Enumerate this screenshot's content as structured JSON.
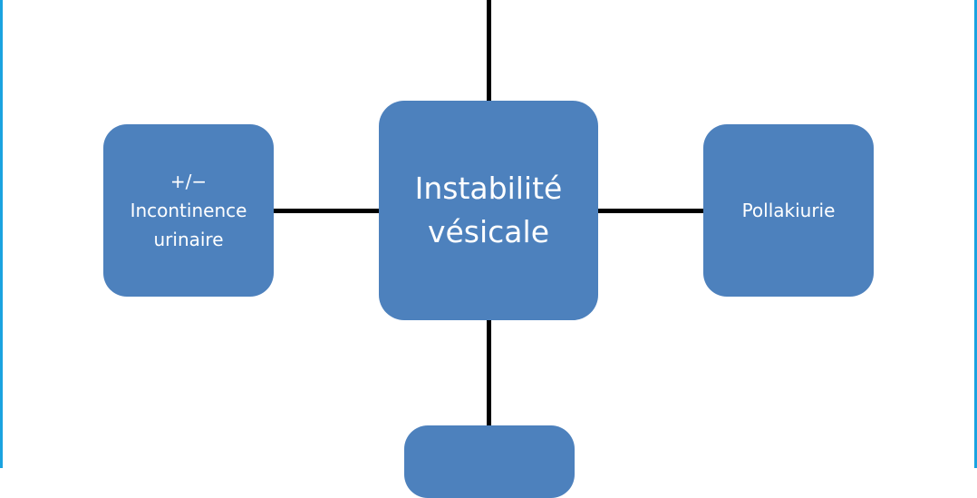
{
  "colors": {
    "frame": "#1aa3e0",
    "node_fill": "#4d81bd",
    "connector": "#000000",
    "node_text": "#ffffff"
  },
  "center_node": {
    "lines": [
      "Instabilité",
      "vésicale"
    ]
  },
  "left_node": {
    "lines": [
      "+/−",
      "Incontinence",
      "urinaire"
    ]
  },
  "right_node": {
    "lines": [
      "Pollakiurie"
    ]
  },
  "bottom_node": {
    "lines": []
  }
}
